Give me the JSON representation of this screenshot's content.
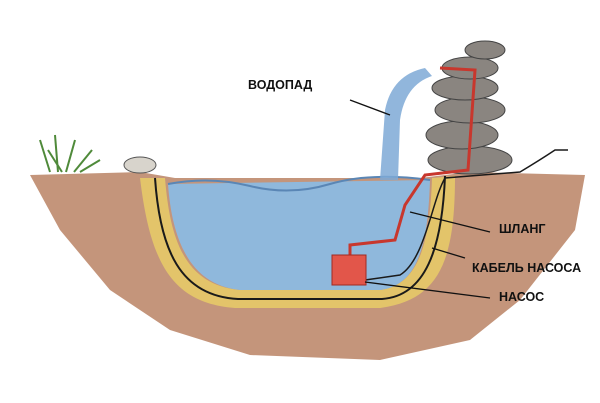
{
  "labels": {
    "waterfall": "ВОДОПАД",
    "hose": "ШЛАНГ",
    "pump_cable": "КАБЕЛЬ НАСОСА",
    "pump": "НАСОС"
  },
  "colors": {
    "soil": "#b0714f",
    "sand": "#e3c46a",
    "water": "#8fb8dc",
    "pump": "#e2564a",
    "stone": "#8a8580"
  }
}
